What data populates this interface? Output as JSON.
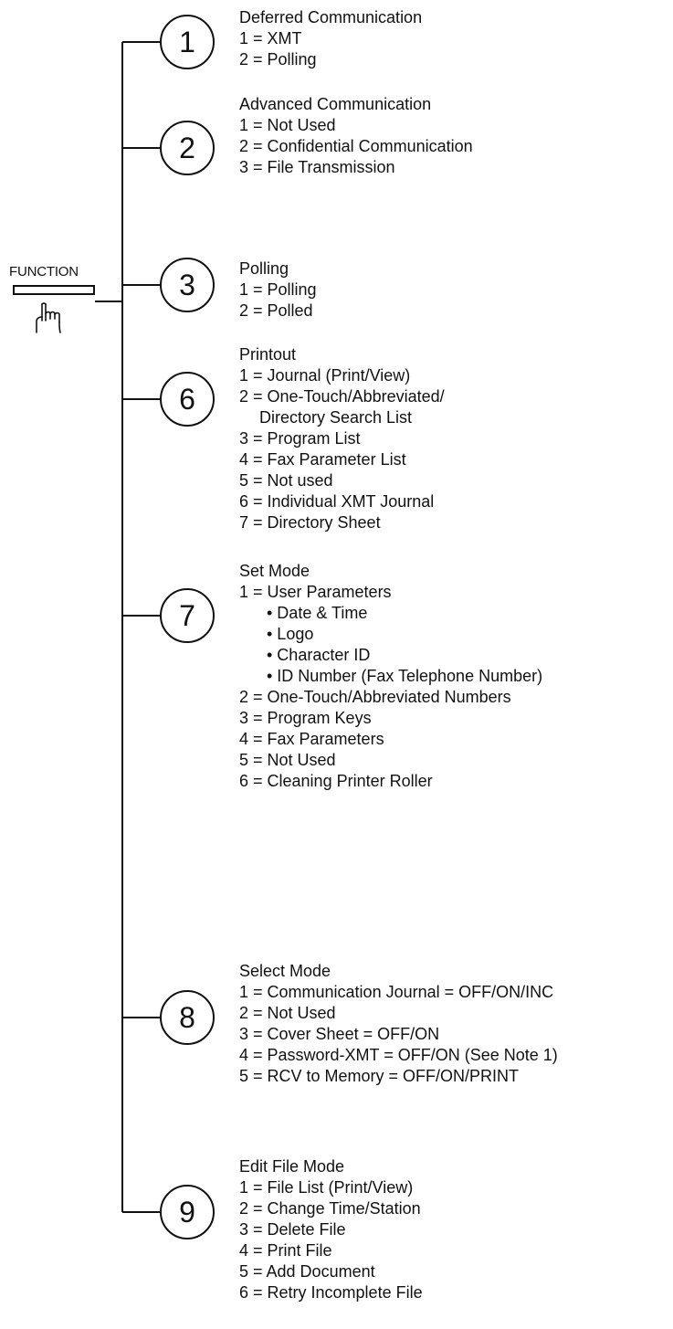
{
  "function_key": {
    "label": "FUNCTION",
    "icon": "pointing-hand-icon"
  },
  "menu": [
    {
      "number": "1",
      "title": "Deferred Communication",
      "items": [
        {
          "text": "1 = XMT",
          "indent": 0
        },
        {
          "text": "2 = Polling",
          "indent": 0
        }
      ]
    },
    {
      "number": "2",
      "title": "Advanced Communication",
      "items": [
        {
          "text": "1 = Not Used",
          "indent": 0
        },
        {
          "text": "2 = Confidential Communication",
          "indent": 0
        },
        {
          "text": "3 = File Transmission",
          "indent": 0
        }
      ]
    },
    {
      "number": "3",
      "title": "Polling",
      "items": [
        {
          "text": "1 = Polling",
          "indent": 0
        },
        {
          "text": "2 = Polled",
          "indent": 0
        }
      ]
    },
    {
      "number": "6",
      "title": "Printout",
      "items": [
        {
          "text": "1 = Journal (Print/View)",
          "indent": 0
        },
        {
          "text": "2 = One-Touch/Abbreviated/",
          "indent": 0
        },
        {
          "text": "Directory Search List",
          "indent": 1
        },
        {
          "text": "3 = Program List",
          "indent": 0
        },
        {
          "text": "4 = Fax Parameter List",
          "indent": 0
        },
        {
          "text": "5 = Not used",
          "indent": 0
        },
        {
          "text": "6 = Individual XMT Journal",
          "indent": 0
        },
        {
          "text": "7 = Directory Sheet",
          "indent": 0
        }
      ]
    },
    {
      "number": "7",
      "title": "Set Mode",
      "items": [
        {
          "text": "1 = User Parameters",
          "indent": 0
        },
        {
          "text": "• Date & Time",
          "indent": 2
        },
        {
          "text": "• Logo",
          "indent": 2
        },
        {
          "text": "• Character ID",
          "indent": 2
        },
        {
          "text": "• ID Number (Fax Telephone Number)",
          "indent": 2
        },
        {
          "text": "2 = One-Touch/Abbreviated Numbers",
          "indent": 0
        },
        {
          "text": "3 = Program Keys",
          "indent": 0
        },
        {
          "text": "4 = Fax Parameters",
          "indent": 0
        },
        {
          "text": "5 = Not Used",
          "indent": 0
        },
        {
          "text": "6 = Cleaning Printer Roller",
          "indent": 0
        }
      ]
    },
    {
      "number": "8",
      "title": "Select Mode",
      "items": [
        {
          "text": "1 = Communication Journal = OFF/ON/INC",
          "indent": 0
        },
        {
          "text": "2 = Not Used",
          "indent": 0
        },
        {
          "text": "3 = Cover Sheet = OFF/ON",
          "indent": 0
        },
        {
          "text": "4 = Password-XMT = OFF/ON (See Note 1)",
          "indent": 0
        },
        {
          "text": "5 = RCV to Memory = OFF/ON/PRINT",
          "indent": 0
        }
      ]
    },
    {
      "number": "9",
      "title": "Edit File Mode",
      "items": [
        {
          "text": "1 = File List (Print/View)",
          "indent": 0
        },
        {
          "text": "2 = Change Time/Station",
          "indent": 0
        },
        {
          "text": "3 = Delete File",
          "indent": 0
        },
        {
          "text": "4 = Print File",
          "indent": 0
        },
        {
          "text": "5 = Add Document",
          "indent": 0
        },
        {
          "text": "6 = Retry Incomplete File",
          "indent": 0
        }
      ]
    }
  ]
}
